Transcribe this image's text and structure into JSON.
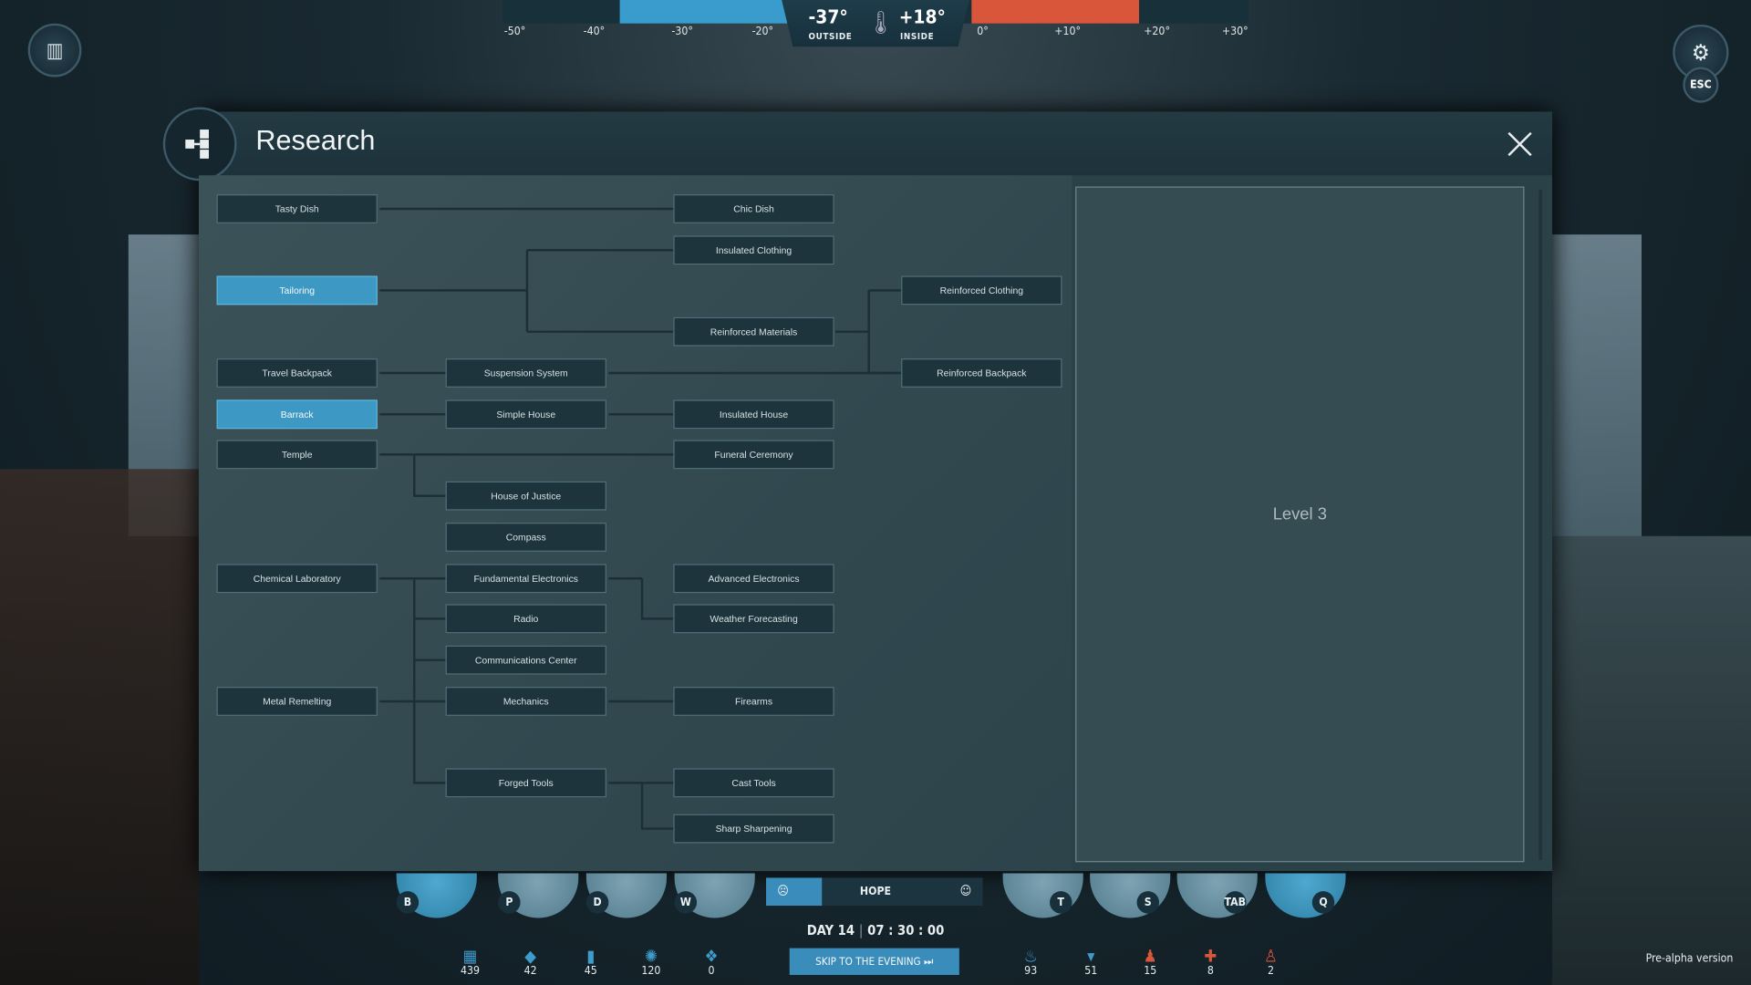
{
  "temperature": {
    "outside_value": "-37°",
    "outside_label": "OUTSIDE",
    "inside_value": "+18°",
    "inside_label": "INSIDE",
    "scale": [
      "-50°",
      "-40°",
      "-30°",
      "-20°",
      "0°",
      "+10°",
      "+20°",
      "+30°"
    ],
    "cold_color": "#3a9ccc",
    "warm_color": "#d9563b"
  },
  "esc_label": "ESC",
  "research": {
    "title": "Research",
    "level_label": "Level 3",
    "nodes": [
      {
        "label": "Tasty Dish",
        "researched": false
      },
      {
        "label": "Chic Dish",
        "researched": false
      },
      {
        "label": "Insulated Clothing",
        "researched": false
      },
      {
        "label": "Tailoring",
        "researched": true
      },
      {
        "label": "Reinforced Clothing",
        "researched": false
      },
      {
        "label": "Reinforced Materials",
        "researched": false
      },
      {
        "label": "Travel Backpack",
        "researched": false
      },
      {
        "label": "Suspension System",
        "researched": false
      },
      {
        "label": "Reinforced Backpack",
        "researched": false
      },
      {
        "label": "Barrack",
        "researched": true
      },
      {
        "label": "Simple House",
        "researched": false
      },
      {
        "label": "Insulated House",
        "researched": false
      },
      {
        "label": "Temple",
        "researched": false
      },
      {
        "label": "Funeral Ceremony",
        "researched": false
      },
      {
        "label": "House of Justice",
        "researched": false
      },
      {
        "label": "Compass",
        "researched": false
      },
      {
        "label": "Chemical Laboratory",
        "researched": false
      },
      {
        "label": "Fundamental Electronics",
        "researched": false
      },
      {
        "label": "Advanced Electronics",
        "researched": false
      },
      {
        "label": "Radio",
        "researched": false
      },
      {
        "label": "Weather Forecasting",
        "researched": false
      },
      {
        "label": "Communications Center",
        "researched": false
      },
      {
        "label": "Metal Remelting",
        "researched": false
      },
      {
        "label": "Mechanics",
        "researched": false
      },
      {
        "label": "Firearms",
        "researched": false
      },
      {
        "label": "Forged Tools",
        "researched": false
      },
      {
        "label": "Cast Tools",
        "researched": false
      },
      {
        "label": "Sharp Sharpening",
        "researched": false
      }
    ]
  },
  "hotkeys": {
    "left": [
      "B",
      "P",
      "D",
      "W"
    ],
    "right": [
      "T",
      "S",
      "TAB",
      "Q"
    ]
  },
  "hope_label": "HOPE",
  "hope_level": 0.25,
  "day": "DAY 14",
  "time": "07 : 30 : 00",
  "skip_label": "SKIP TO THE EVENING ⏭",
  "resources_left": [
    "439",
    "42",
    "45",
    "120",
    "0"
  ],
  "resources_right": [
    "93",
    "51",
    "15",
    "8",
    "2"
  ],
  "version": "Pre-alpha version"
}
